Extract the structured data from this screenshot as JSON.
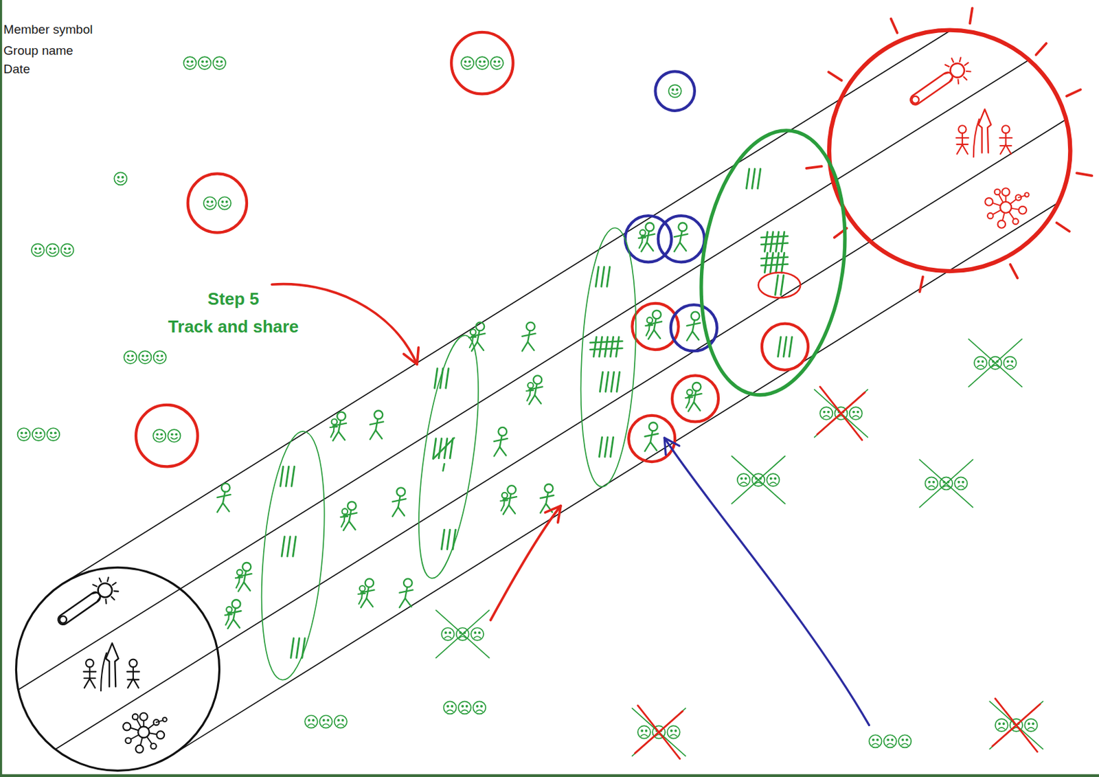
{
  "diagram": {
    "labels": [
      "Member symbol",
      "Group name",
      "Date",
      "Step 5",
      "Track and share"
    ]
  }
}
